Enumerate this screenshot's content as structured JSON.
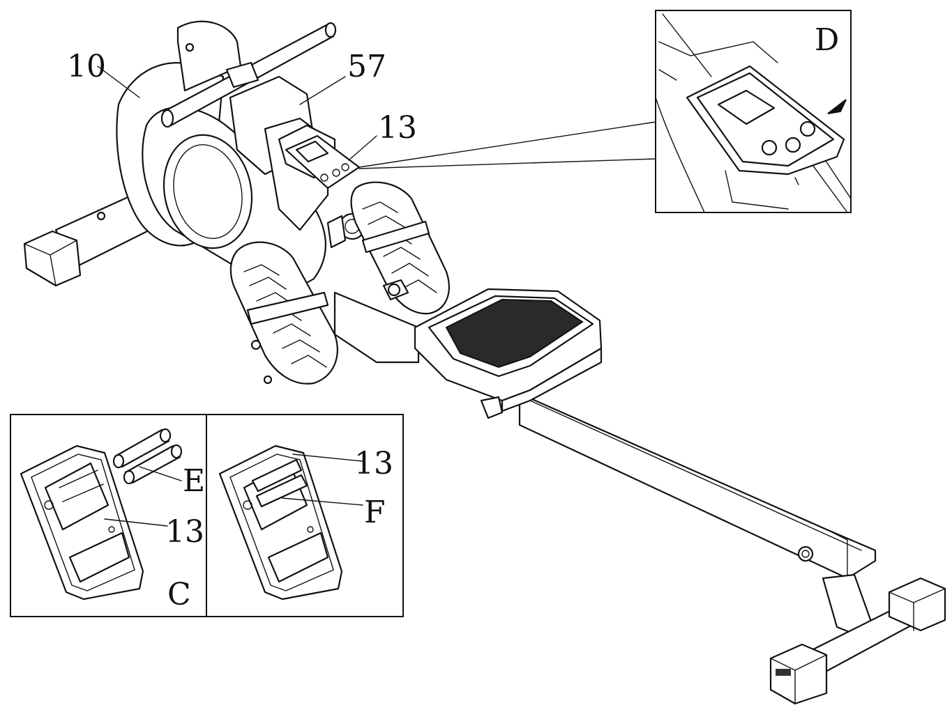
{
  "labels": {
    "part_10": "10",
    "part_57": "57",
    "part_13_main": "13",
    "detail_d": "D",
    "part_e": "E",
    "part_13_c": "13",
    "detail_c": "C",
    "part_13_f": "13",
    "part_f": "F"
  },
  "colors": {
    "line": "#111111",
    "background": "#ffffff",
    "footplate_tread": "#2a2a2a"
  }
}
